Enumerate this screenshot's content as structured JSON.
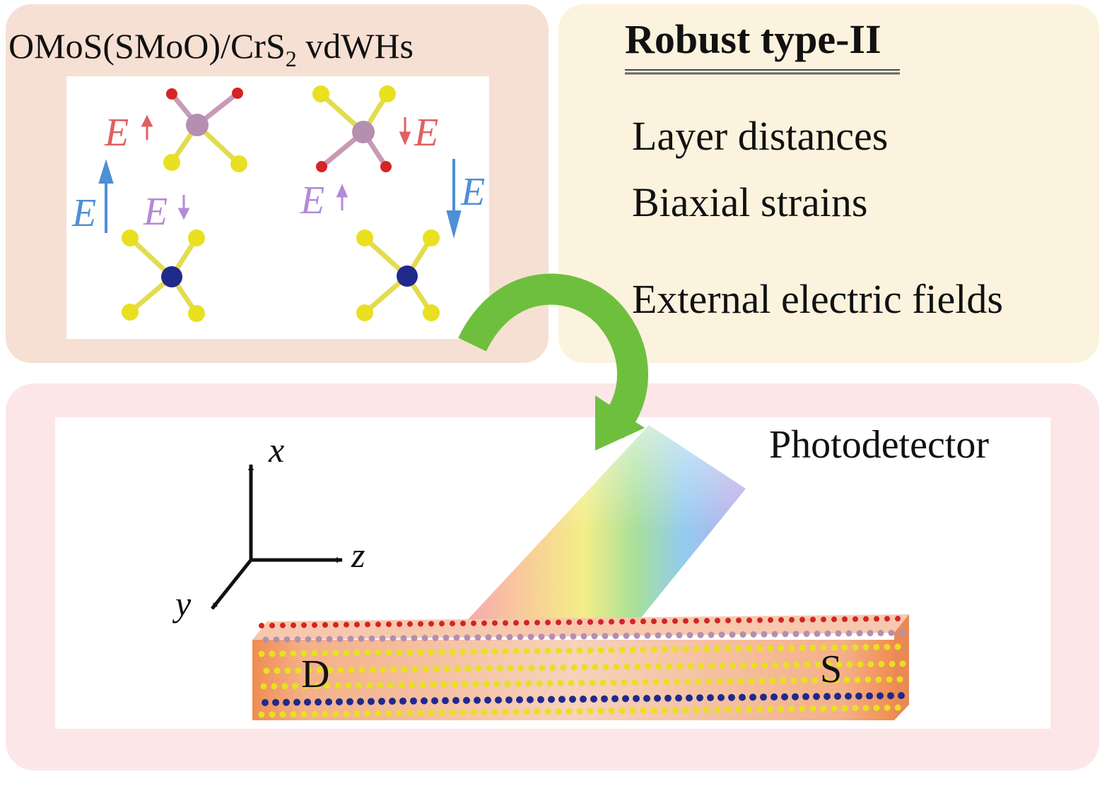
{
  "top_left_panel": {
    "title_main": "OMoS(SMoO)/CrS",
    "title_sub": "2",
    "title_suffix": " vdWHs",
    "field_label": "E",
    "colors": {
      "background": "#f6e0d3",
      "red": "#e06060",
      "blue": "#4f8fd6",
      "purple": "#b48ad8"
    }
  },
  "top_right_panel": {
    "heading": "Robust type-II",
    "items": [
      "Layer distances",
      "Biaxial strains",
      "External electric fields"
    ],
    "colors": {
      "background": "#fcf3de"
    }
  },
  "bottom_panel": {
    "label": "Photodetector",
    "axes": {
      "x": "x",
      "y": "y",
      "z": "z"
    },
    "electrodes": {
      "drain": "D",
      "source": "S"
    },
    "colors": {
      "background": "#fce6e8",
      "arrow": "#6fbf3e",
      "electrode": "#f0a472"
    }
  },
  "atom_colors": {
    "oxygen": "#d42424",
    "molybdenum": "#b48fb0",
    "sulfur": "#e8e020",
    "chromium": "#1f2a8c"
  },
  "icons": {
    "curved_arrow": "curved-arrow-icon",
    "light_beam": "light-beam-icon"
  }
}
